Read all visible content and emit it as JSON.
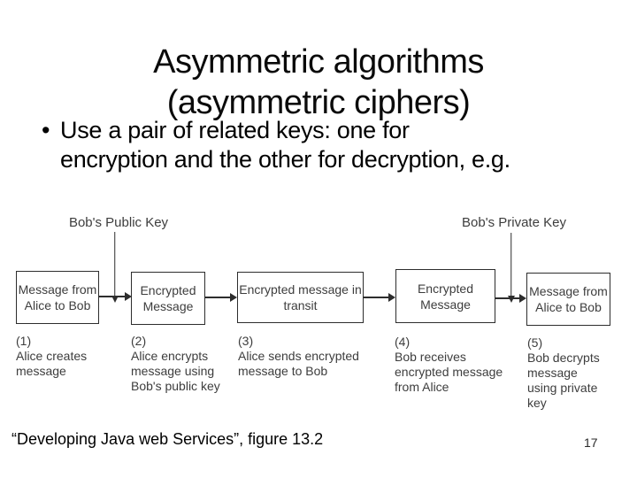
{
  "slide": {
    "title": {
      "line1": "Asymmetric algorithms",
      "line2": "(asymmetric ciphers)"
    },
    "bullet": {
      "marker": "•",
      "line1": "Use a pair of related keys: one for",
      "line2": "encryption and the other for decryption, e.g."
    },
    "footer": {
      "citation": "“Developing Java web Services”, figure 13.2",
      "page_number": "17"
    }
  },
  "diagram": {
    "public_key_label": "Bob's Public Key",
    "private_key_label": "Bob's Private Key",
    "boxes": [
      {
        "label": "Message from Alice to Bob"
      },
      {
        "label": "Encrypted Message"
      },
      {
        "label": "Encrypted message in transit"
      },
      {
        "label": "Encrypted Message"
      },
      {
        "label": "Message from Alice to Bob"
      }
    ],
    "captions": [
      {
        "number": "(1)",
        "text": "Alice creates message"
      },
      {
        "number": "(2)",
        "text": "Alice encrypts message using Bob's public key"
      },
      {
        "number": "(3)",
        "text": "Alice sends encrypted message to Bob"
      },
      {
        "number": "(4)",
        "text": "Bob receives encrypted message from Alice"
      },
      {
        "number": "(5)",
        "text": "Bob decrypts message using private key"
      }
    ],
    "colors": {
      "ink": "#3d3d3d",
      "line": "#2d2d2d"
    }
  }
}
